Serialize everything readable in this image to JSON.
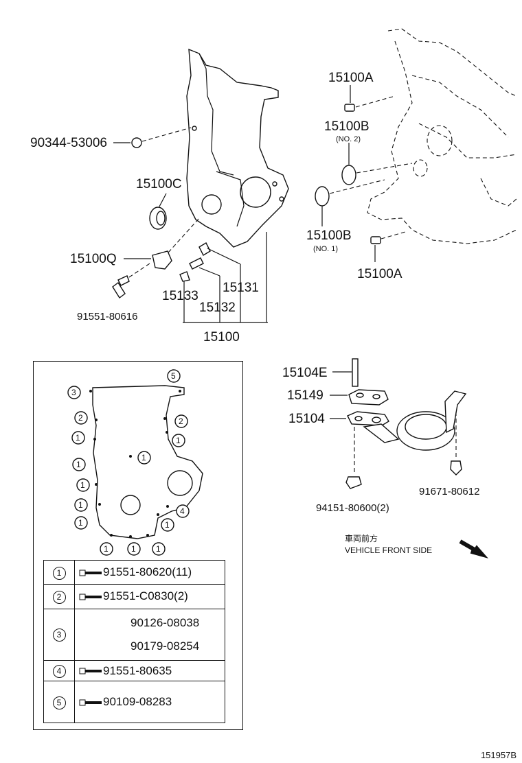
{
  "callouts": {
    "p90344": "90344-53006",
    "p15100C": "15100C",
    "p15100Q": "15100Q",
    "p91551_80616": "91551-80616",
    "p15133": "15133",
    "p15132": "15132",
    "p15131": "15131",
    "p15100": "15100",
    "p15100A_top": "15100A",
    "p15100B_no2": "15100B",
    "no2": "(NO. 2)",
    "p15100B_no1": "15100B",
    "no1": "(NO. 1)",
    "p15100A_bot": "15100A",
    "p15104E": "15104E",
    "p15149": "15149",
    "p15104": "15104",
    "p94151": "94151-80600(2)",
    "p91671": "91671-80612"
  },
  "direction": {
    "japanese": "車両前方",
    "english": "VEHICLE FRONT SIDE"
  },
  "gasket_markers": {
    "m5": "5",
    "m3": "3",
    "l2": "2",
    "l1a": "1",
    "l1b": "1",
    "l1c": "1",
    "l1d": "1",
    "l1e": "1",
    "r2": "2",
    "r1": "1",
    "c1": "1",
    "r4": "4",
    "r1b": "1",
    "b1a": "1",
    "b1b": "1",
    "b1c": "1"
  },
  "legend": [
    {
      "marker": "1",
      "parts": [
        "91551-80620(11)"
      ]
    },
    {
      "marker": "2",
      "parts": [
        "91551-C0830(2)"
      ]
    },
    {
      "marker": "3",
      "parts": [
        "90126-08038",
        "90179-08254"
      ]
    },
    {
      "marker": "4",
      "parts": [
        "91551-80635"
      ]
    },
    {
      "marker": "5",
      "parts": [
        "90109-08283"
      ]
    }
  ],
  "figure_id": "151957B"
}
